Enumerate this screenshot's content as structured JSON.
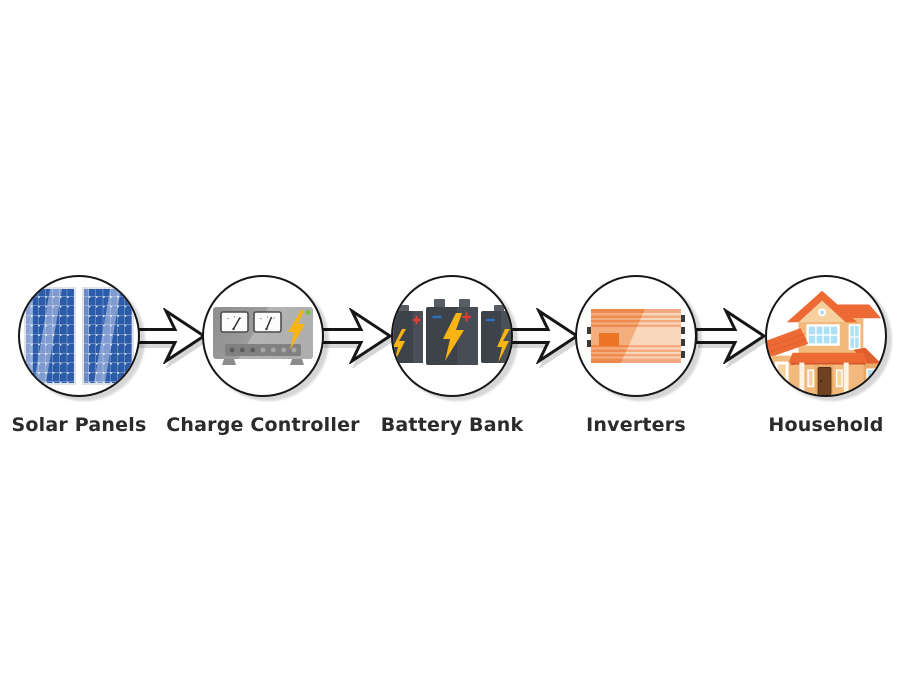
{
  "diagram": {
    "nodes": [
      {
        "label": "Solar Panels",
        "icon": "solar-panels-icon"
      },
      {
        "label": "Charge Controller",
        "icon": "charge-controller-icon"
      },
      {
        "label": "Battery Bank",
        "icon": "battery-bank-icon"
      },
      {
        "label": "Inverters",
        "icon": "inverter-icon"
      },
      {
        "label": "Household",
        "icon": "house-icon"
      }
    ],
    "connector_icon": "flow-arrow-right-icon",
    "colors": {
      "label_text": "#2b2b2b",
      "outline_black": "#161616",
      "panel_blue_dark": "#2c5ca9",
      "panel_blue_light": "#8aa2d4",
      "controller_gray": "#9b9b9b",
      "bolt_yellow": "#f7b412",
      "led_green": "#7cc142",
      "battery_body": "#3e434a",
      "plus_red": "#e03c31",
      "minus_blue": "#2f72c0",
      "inverter_orange": "#ef8449",
      "inverter_light": "#f8c69e",
      "roof_orange": "#ed6a35",
      "wall_tan": "#f2b87c",
      "window_blue": "#aee0f5",
      "door_brown": "#6f4122"
    }
  }
}
